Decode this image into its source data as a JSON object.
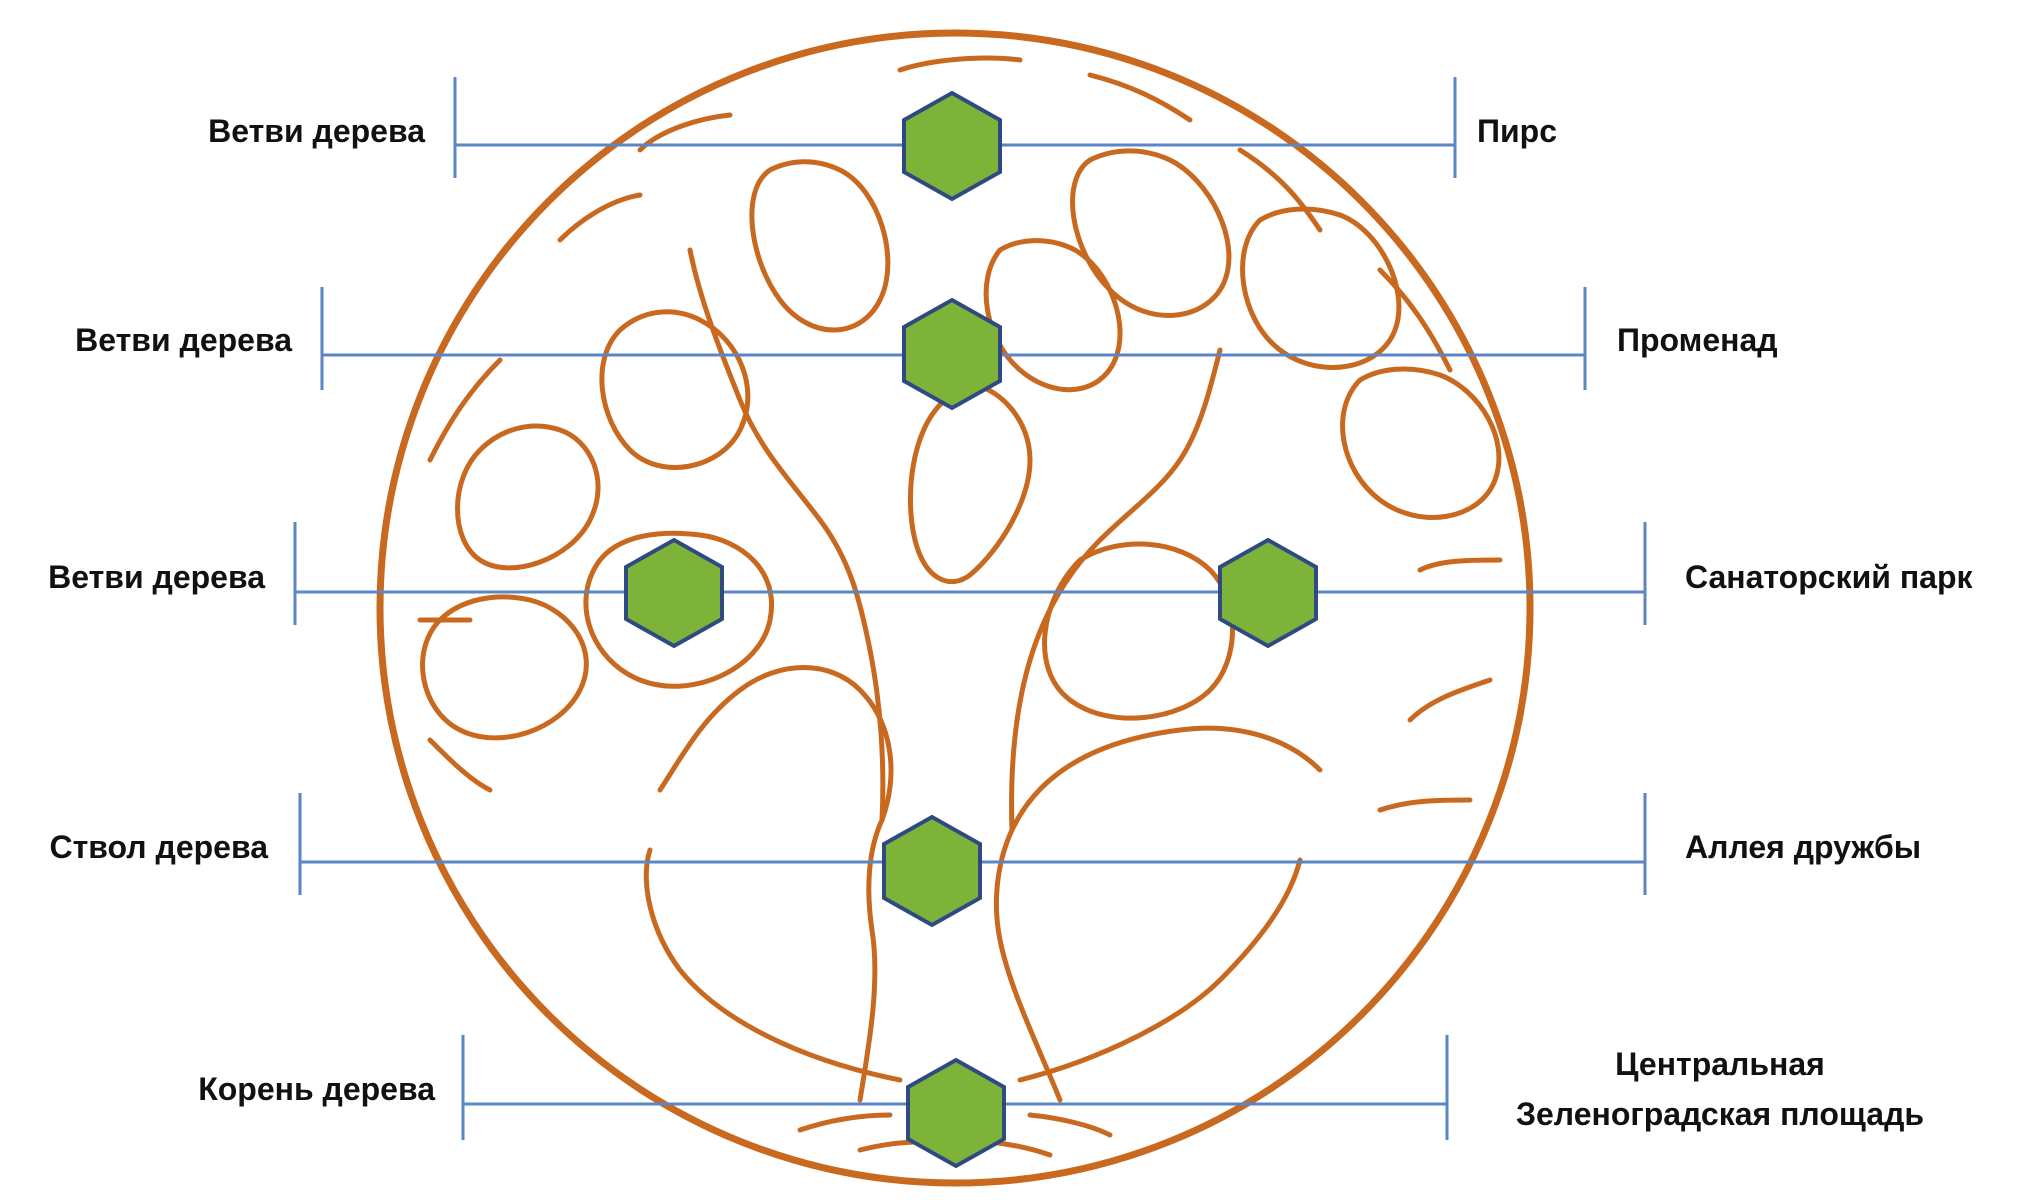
{
  "colors": {
    "tree": "#C8691F",
    "connector": "#5B86C6",
    "marker_fill": "#7CB338",
    "marker_stroke": "#2F4A82",
    "text": "#111111"
  },
  "rows": [
    {
      "left": "Ветви дерева",
      "right": "Пирс"
    },
    {
      "left": "Ветви дерева",
      "right": "Променад"
    },
    {
      "left": "Ветви дерева",
      "right": "Санаторский парк"
    },
    {
      "left": "Ствол дерева",
      "right": "Аллея дружбы"
    },
    {
      "left": "Корень дерева",
      "right": [
        "Центральная",
        "Зеленоградская площадь"
      ]
    }
  ]
}
